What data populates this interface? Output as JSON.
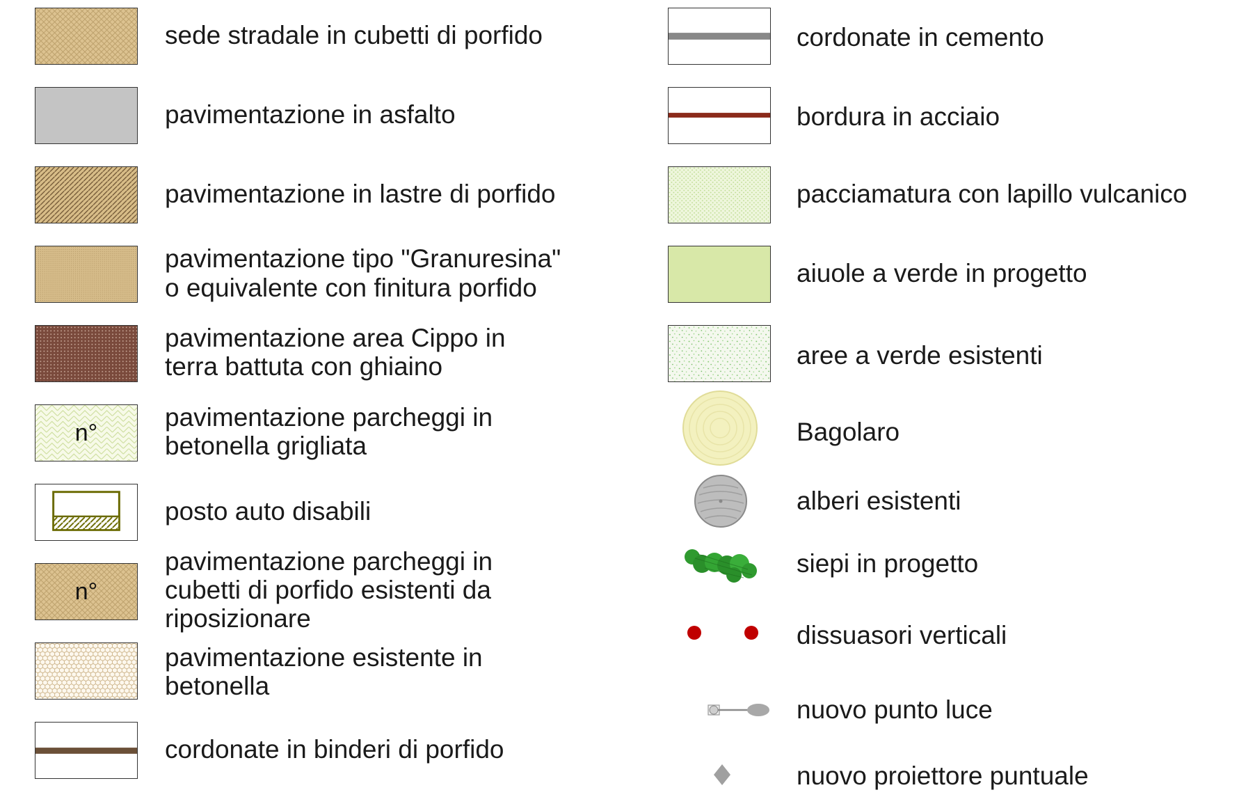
{
  "legend_left": [
    {
      "name": "porfido-cubetti",
      "text": "sede stradale in cubetti di porfido"
    },
    {
      "name": "asfalto",
      "text": "pavimentazione in asfalto"
    },
    {
      "name": "lastre-porfido",
      "text": "pavimentazione in lastre di porfido"
    },
    {
      "name": "granuresina",
      "line1": "pavimentazione tipo \"Granuresina\"",
      "line2": "o equivalente con finitura porfido"
    },
    {
      "name": "area-cippo",
      "line1": "pavimentazione area Cippo in",
      "line2": "terra battuta con ghiaino"
    },
    {
      "name": "parcheggi-betonella",
      "line1": "pavimentazione parcheggi in",
      "line2": "betonella grigliata",
      "mark": "n°"
    },
    {
      "name": "posto-disabili",
      "text": "posto auto disabili"
    },
    {
      "name": "parcheggi-porfido",
      "line1": "pavimentazione parcheggi in",
      "line2": "cubetti di porfido esistenti da",
      "line3": "riposizionare",
      "mark": "n°"
    },
    {
      "name": "betonella-esistente",
      "line1": "pavimentazione esistente in",
      "line2": "betonella"
    },
    {
      "name": "binderi-porfido",
      "text": "cordonate in binderi di porfido"
    }
  ],
  "legend_right": [
    {
      "name": "cordonate-cemento",
      "text": "cordonate in cemento"
    },
    {
      "name": "bordura-acciaio",
      "text": "bordura in acciaio"
    },
    {
      "name": "lapillo",
      "text": "pacciamatura con lapillo vulcanico"
    },
    {
      "name": "aiuole-progetto",
      "text": "aiuole a verde in progetto"
    },
    {
      "name": "verde-esistente",
      "text": "aree a verde esistenti"
    },
    {
      "name": "bagolaro",
      "text": "Bagolaro"
    },
    {
      "name": "alberi-esistenti",
      "text": "alberi esistenti"
    },
    {
      "name": "siepi",
      "text": "siepi in progetto"
    },
    {
      "name": "dissuasori",
      "text": "dissuasori verticali"
    },
    {
      "name": "punto-luce",
      "text": "nuovo punto luce"
    },
    {
      "name": "proiettore",
      "text": "nuovo proiettore puntuale"
    }
  ],
  "colors": {
    "porfido": "#dcc290",
    "asfalto": "#c4c4c4",
    "cippo": "#7a4a3c",
    "verde_progetto": "#d8e8a8",
    "bagolaro": "#f3f1bf",
    "albero_esistente": "#bdbdbd",
    "siepe": "#2f9a2f",
    "dissuasore": "#c00000",
    "cemento": "#888888",
    "acciaio": "#8b2a1a",
    "binderi": "#6b5038"
  }
}
